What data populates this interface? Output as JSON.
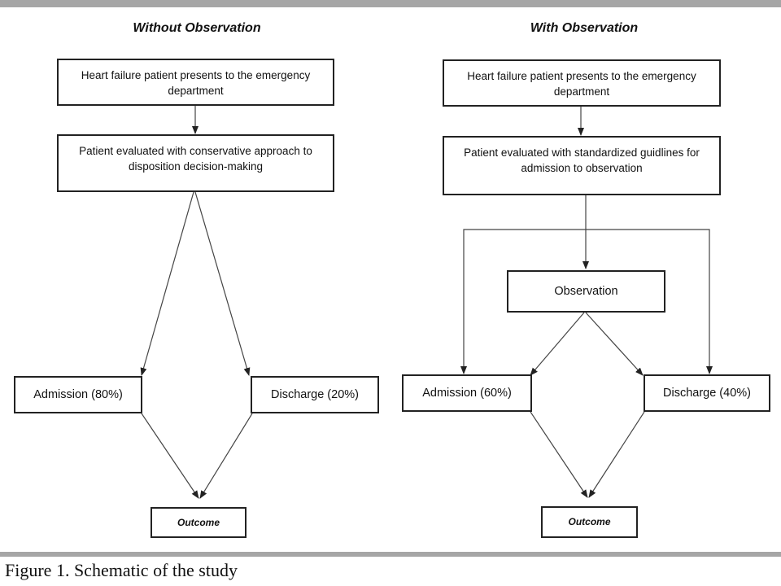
{
  "left": {
    "title": "Without Observation",
    "presents": "Heart failure patient presents to the emergency department",
    "evaluated": "Patient evaluated with conservative approach to disposition decision-making",
    "admission": "Admission (80%)",
    "discharge": "Discharge (20%)",
    "outcome": "Outcome"
  },
  "right": {
    "title": "With Observation",
    "presents": "Heart failure patient presents to the emergency department",
    "evaluated": "Patient evaluated with standardized guidlines for admission to observation",
    "observation": "Observation",
    "admission": "Admission (60%)",
    "discharge": "Discharge (40%)",
    "outcome": "Outcome"
  },
  "caption": "Figure 1. Schematic of the study"
}
